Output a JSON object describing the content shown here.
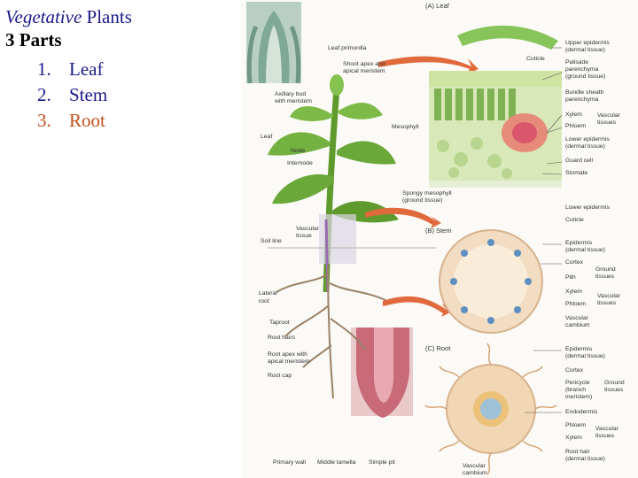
{
  "slide": {
    "title_italic": "Vegetative",
    "title_rest": " Plants",
    "subtitle": "3 Parts",
    "parts": [
      {
        "num": "1.",
        "label": "Leaf"
      },
      {
        "num": "2.",
        "label": "Stem"
      },
      {
        "num": "3.",
        "label": "Root"
      }
    ]
  },
  "colors": {
    "title": "#1a1a8a",
    "leaf": "#1a1a8a",
    "stem": "#1a1a8a",
    "root": "#c0501c",
    "number_root": "#c0501c"
  },
  "figure": {
    "sections": {
      "leaf": "(A) Leaf",
      "stem": "(B) Stem",
      "root": "(C) Root"
    },
    "labels": {
      "leaf_primordia": "Leaf primordia",
      "shoot_apex_1": "Shoot apex and",
      "shoot_apex_2": "apical meristem",
      "axillary_1": "Axillary bud",
      "axillary_2": "with meristem",
      "leaf": "Leaf",
      "node": "Node",
      "internode": "Internode",
      "vascular_tissue_1": "Vascular",
      "vascular_tissue_2": "tissue",
      "soil_line": "Soil line",
      "lateral_root_1": "Lateral",
      "lateral_root_2": "root",
      "taproot": "Taproot",
      "root_hairs": "Root hairs",
      "root_apex_1": "Root apex with",
      "root_apex_2": "apical meristem",
      "root_cap": "Root cap",
      "mesophyll": "Mesophyll",
      "cuticle": "Cuticle",
      "upper_epidermis_1": "Upper epidermis",
      "upper_epidermis_2": "(dermal tissue)",
      "palisade_1": "Palisade",
      "palisade_2": "parenchyma",
      "palisade_3": "(ground tissue)",
      "bundle_sheath_1": "Bundle sheath",
      "bundle_sheath_2": "parenchyma",
      "xylem": "Xylem",
      "phloem": "Phloem",
      "vascular_1": "Vascular",
      "vascular_2": "tissues",
      "lower_epidermis_1": "Lower epidermis",
      "lower_epidermis_2": "(dermal tissue)",
      "guard_cell": "Guard cell",
      "stomate": "Stomate",
      "spongy_1": "Spongy mesophyll",
      "spongy_2": "(ground tissue)",
      "lower_epidermis": "Lower epidermis",
      "cuticle_b": "Cuticle",
      "epidermis": "Epidermis",
      "dermal": "(dermal tissue)",
      "cortex": "Cortex",
      "pith": "Pith",
      "ground_1": "Ground",
      "ground_2": "tissues",
      "vascular_cambium_1": "Vascular",
      "vascular_cambium_2": "cambium",
      "pericycle_1": "Pericycle",
      "pericycle_2": "(branch",
      "pericycle_3": "meristem)",
      "endodermis": "Endodermis",
      "root_hair_1": "Root hair",
      "root_hair_2": "(dermal tissue)",
      "primary_wall": "Primary wall",
      "middle_lamella": "Middle lamella",
      "simple_pit": "Simple pit",
      "bottom_vascular_1": "Vascular",
      "bottom_vascular_2": "cambium"
    }
  }
}
